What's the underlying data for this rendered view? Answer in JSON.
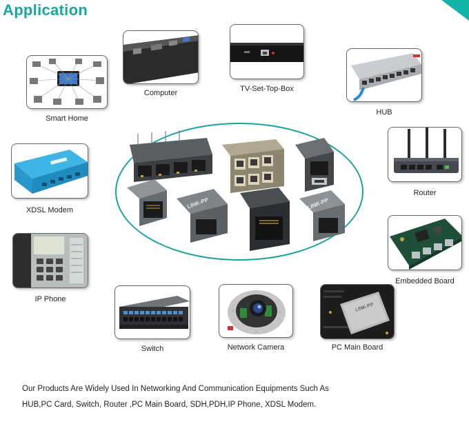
{
  "title": "Application",
  "colors": {
    "accent": "#17a6a1",
    "corner": "#13b4a8",
    "ellipse": "#19a39b",
    "arrow": "#17a6a1"
  },
  "devices": {
    "smart_home": "Smart Home",
    "computer": "Computer",
    "tv_set_top_box": "TV-Set-Top-Box",
    "hub": "HUB",
    "router": "Router",
    "xdsl_modem": "XDSL Modem",
    "embedded_board": "Embedded Board",
    "ip_phone": "IP Phone",
    "switch": "Switch",
    "network_camera": "Network Camera",
    "pc_main_board": "PC Main Board"
  },
  "connector_print": "LINK-PP",
  "board_chip_text": "LINK-PP",
  "footer": {
    "line1": "Our Products Are Widely Used In Networking And Communication Equipments Such As",
    "line2": "HUB,PC Card, Switch, Router ,PC Main Board, SDH,PDH,IP Phone, XDSL Modem."
  }
}
